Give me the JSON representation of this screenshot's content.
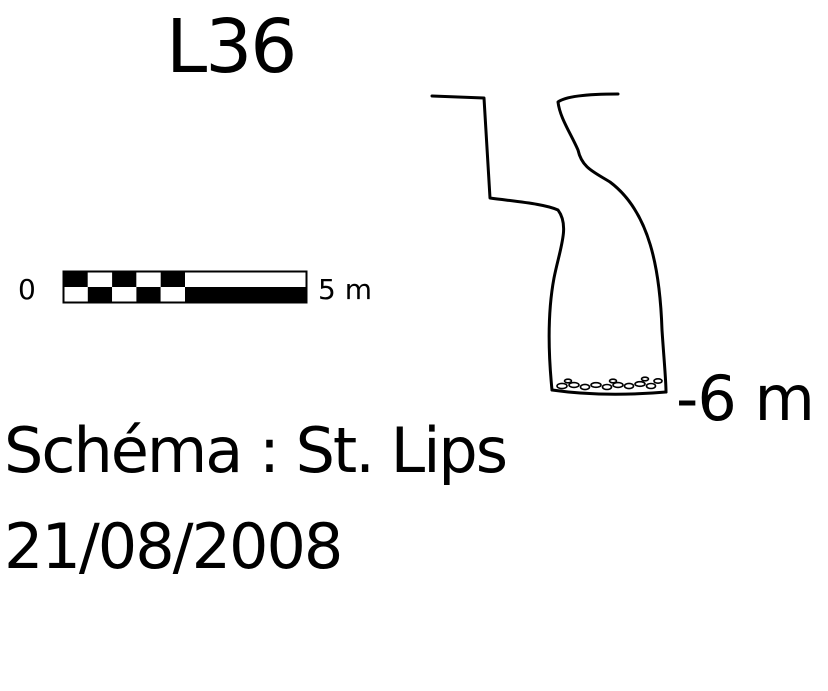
{
  "title": "L36",
  "depth_label": "-6 m",
  "author_line": "Schéma : St. Lips",
  "date_line": "21/08/2008",
  "scale": {
    "start_label": "0",
    "end_label": "5 m",
    "segments": 10,
    "fill_color": "#000000",
    "empty_color": "#ffffff"
  },
  "colors": {
    "ink": "#000000",
    "background": "#ffffff"
  }
}
